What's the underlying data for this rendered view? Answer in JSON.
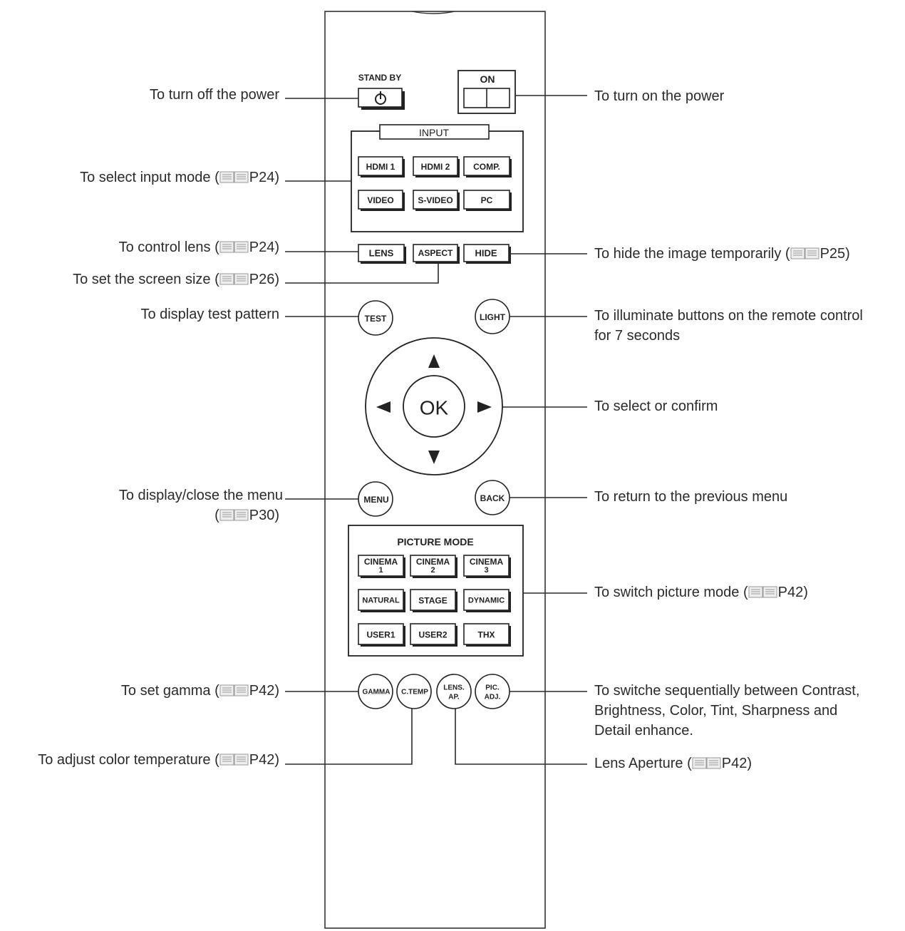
{
  "remote": {
    "standby_label": "STAND BY",
    "on_label": "ON",
    "input_title": "INPUT",
    "input_buttons": [
      "HDMI 1",
      "HDMI 2",
      "COMP.",
      "VIDEO",
      "S-VIDEO",
      "PC"
    ],
    "lens_label": "LENS",
    "aspect_label": "ASPECT",
    "hide_label": "HIDE",
    "test_label": "TEST",
    "light_label": "LIGHT",
    "ok_label": "OK",
    "menu_label": "MENU",
    "back_label": "BACK",
    "picture_mode_title": "PICTURE MODE",
    "picture_buttons": [
      [
        "CINEMA",
        "1"
      ],
      [
        "CINEMA",
        "2"
      ],
      [
        "CINEMA",
        "3"
      ],
      [
        "NATURAL",
        ""
      ],
      [
        "STAGE",
        ""
      ],
      [
        "DYNAMIC",
        ""
      ],
      [
        "USER1",
        ""
      ],
      [
        "USER2",
        ""
      ],
      [
        "THX",
        ""
      ]
    ],
    "gamma_label": "GAMMA",
    "ctemp_label": "C.TEMP",
    "lens_ap_label": [
      "LENS.",
      "AP."
    ],
    "pic_adj_label": [
      "PIC.",
      "ADJ."
    ]
  },
  "annotations": {
    "power_off": "To turn off the power",
    "power_on": "To turn on the power",
    "input_mode": "To select input mode (",
    "input_mode_ref": "P24)",
    "lens": "To control lens (",
    "lens_ref": "P24)",
    "screen_size": "To set the screen size (",
    "screen_size_ref": "P26)",
    "hide": "To hide the image temporarily (",
    "hide_ref": "P25)",
    "test": "To display test pattern",
    "light_1": "To illuminate buttons on the remote control",
    "light_2": "for 7 seconds",
    "ok": "To select or confirm",
    "menu_1": "To display/close the menu",
    "menu_2_pre": "(",
    "menu_2_ref": "P30)",
    "back": "To return to the previous menu",
    "picture_mode": "To switch picture mode (",
    "picture_mode_ref": "P42)",
    "gamma": "To set gamma (",
    "gamma_ref": "P42)",
    "pic_adj_1": "To switche sequentially between Contrast,",
    "pic_adj_2": "Brightness, Color, Tint, Sharpness and",
    "pic_adj_3": "Detail enhance.",
    "ctemp": "To adjust color temperature (",
    "ctemp_ref": "P42)",
    "lens_ap": "Lens Aperture (",
    "lens_ap_ref": "P42)"
  }
}
